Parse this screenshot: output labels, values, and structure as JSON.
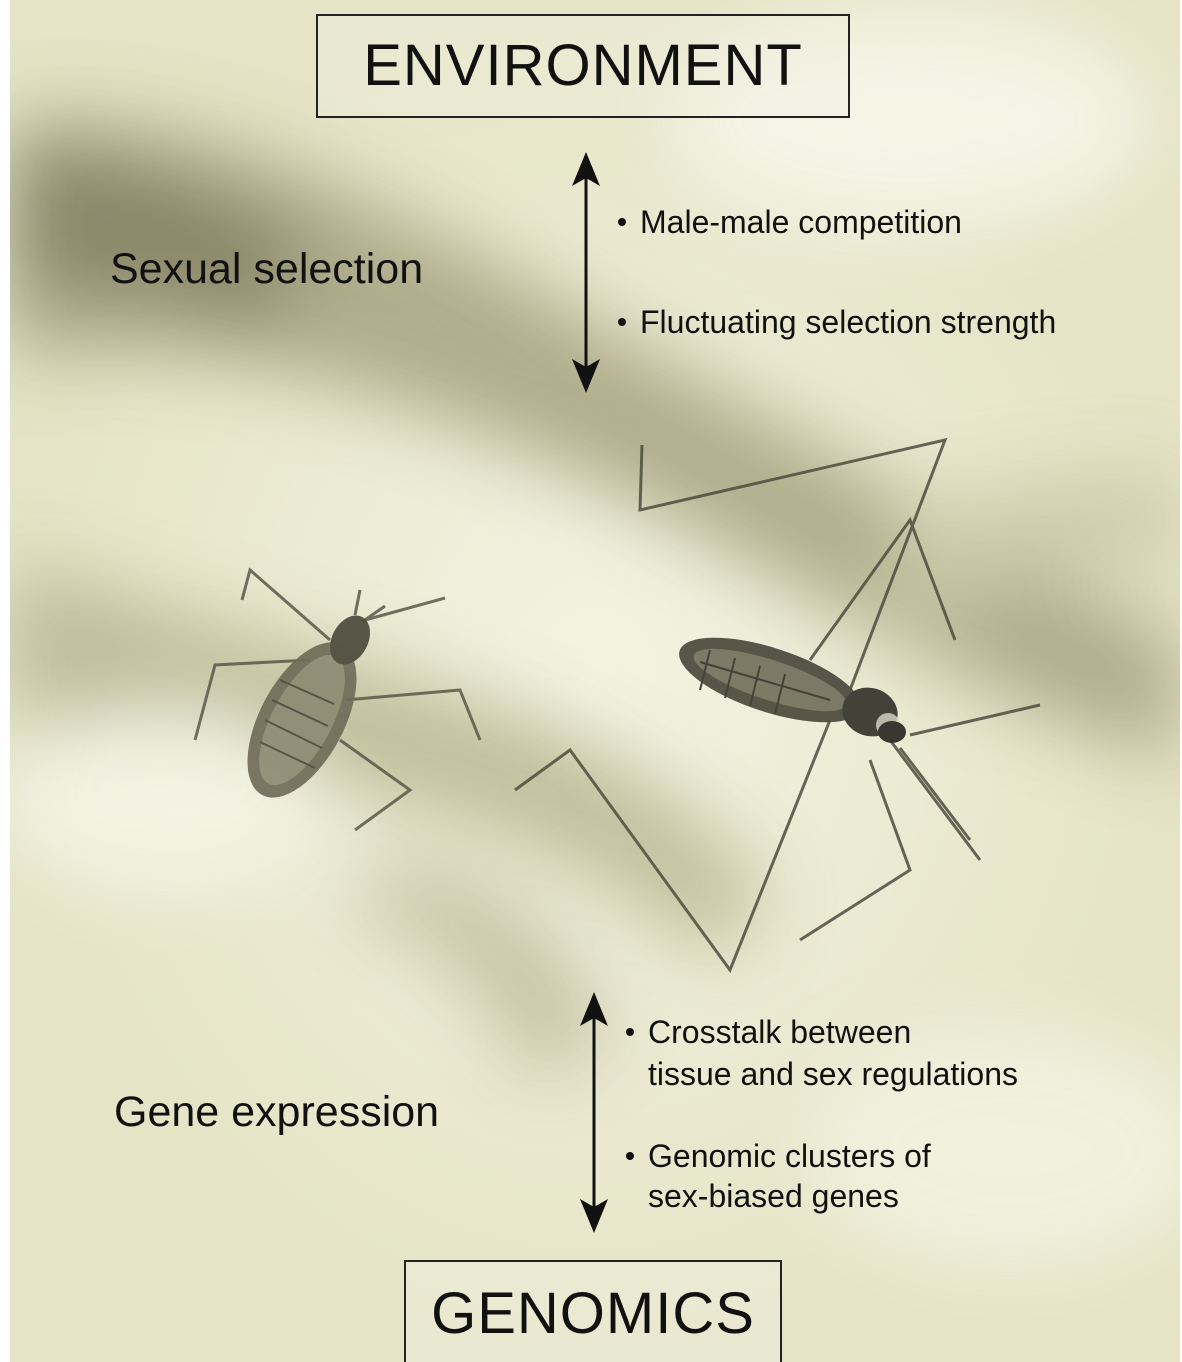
{
  "diagram": {
    "top_box": "ENVIRONMENT",
    "bottom_box": "GENOMICS",
    "upper_section": {
      "label": "Sexual selection",
      "bullets": [
        "Male-male competition",
        "Fluctuating selection strength"
      ]
    },
    "lower_section": {
      "label": "Gene expression",
      "bullets": [
        [
          "Crosstalk between",
          "tissue and sex regulations"
        ],
        [
          "Genomic clusters of",
          "sex-biased genes"
        ]
      ]
    }
  },
  "photo": {
    "subject": "two water striders on pale water surface",
    "colors": {
      "background": "#e9e8cf",
      "shadow": "#8b8a6a",
      "insect": "#3c3a30"
    }
  }
}
